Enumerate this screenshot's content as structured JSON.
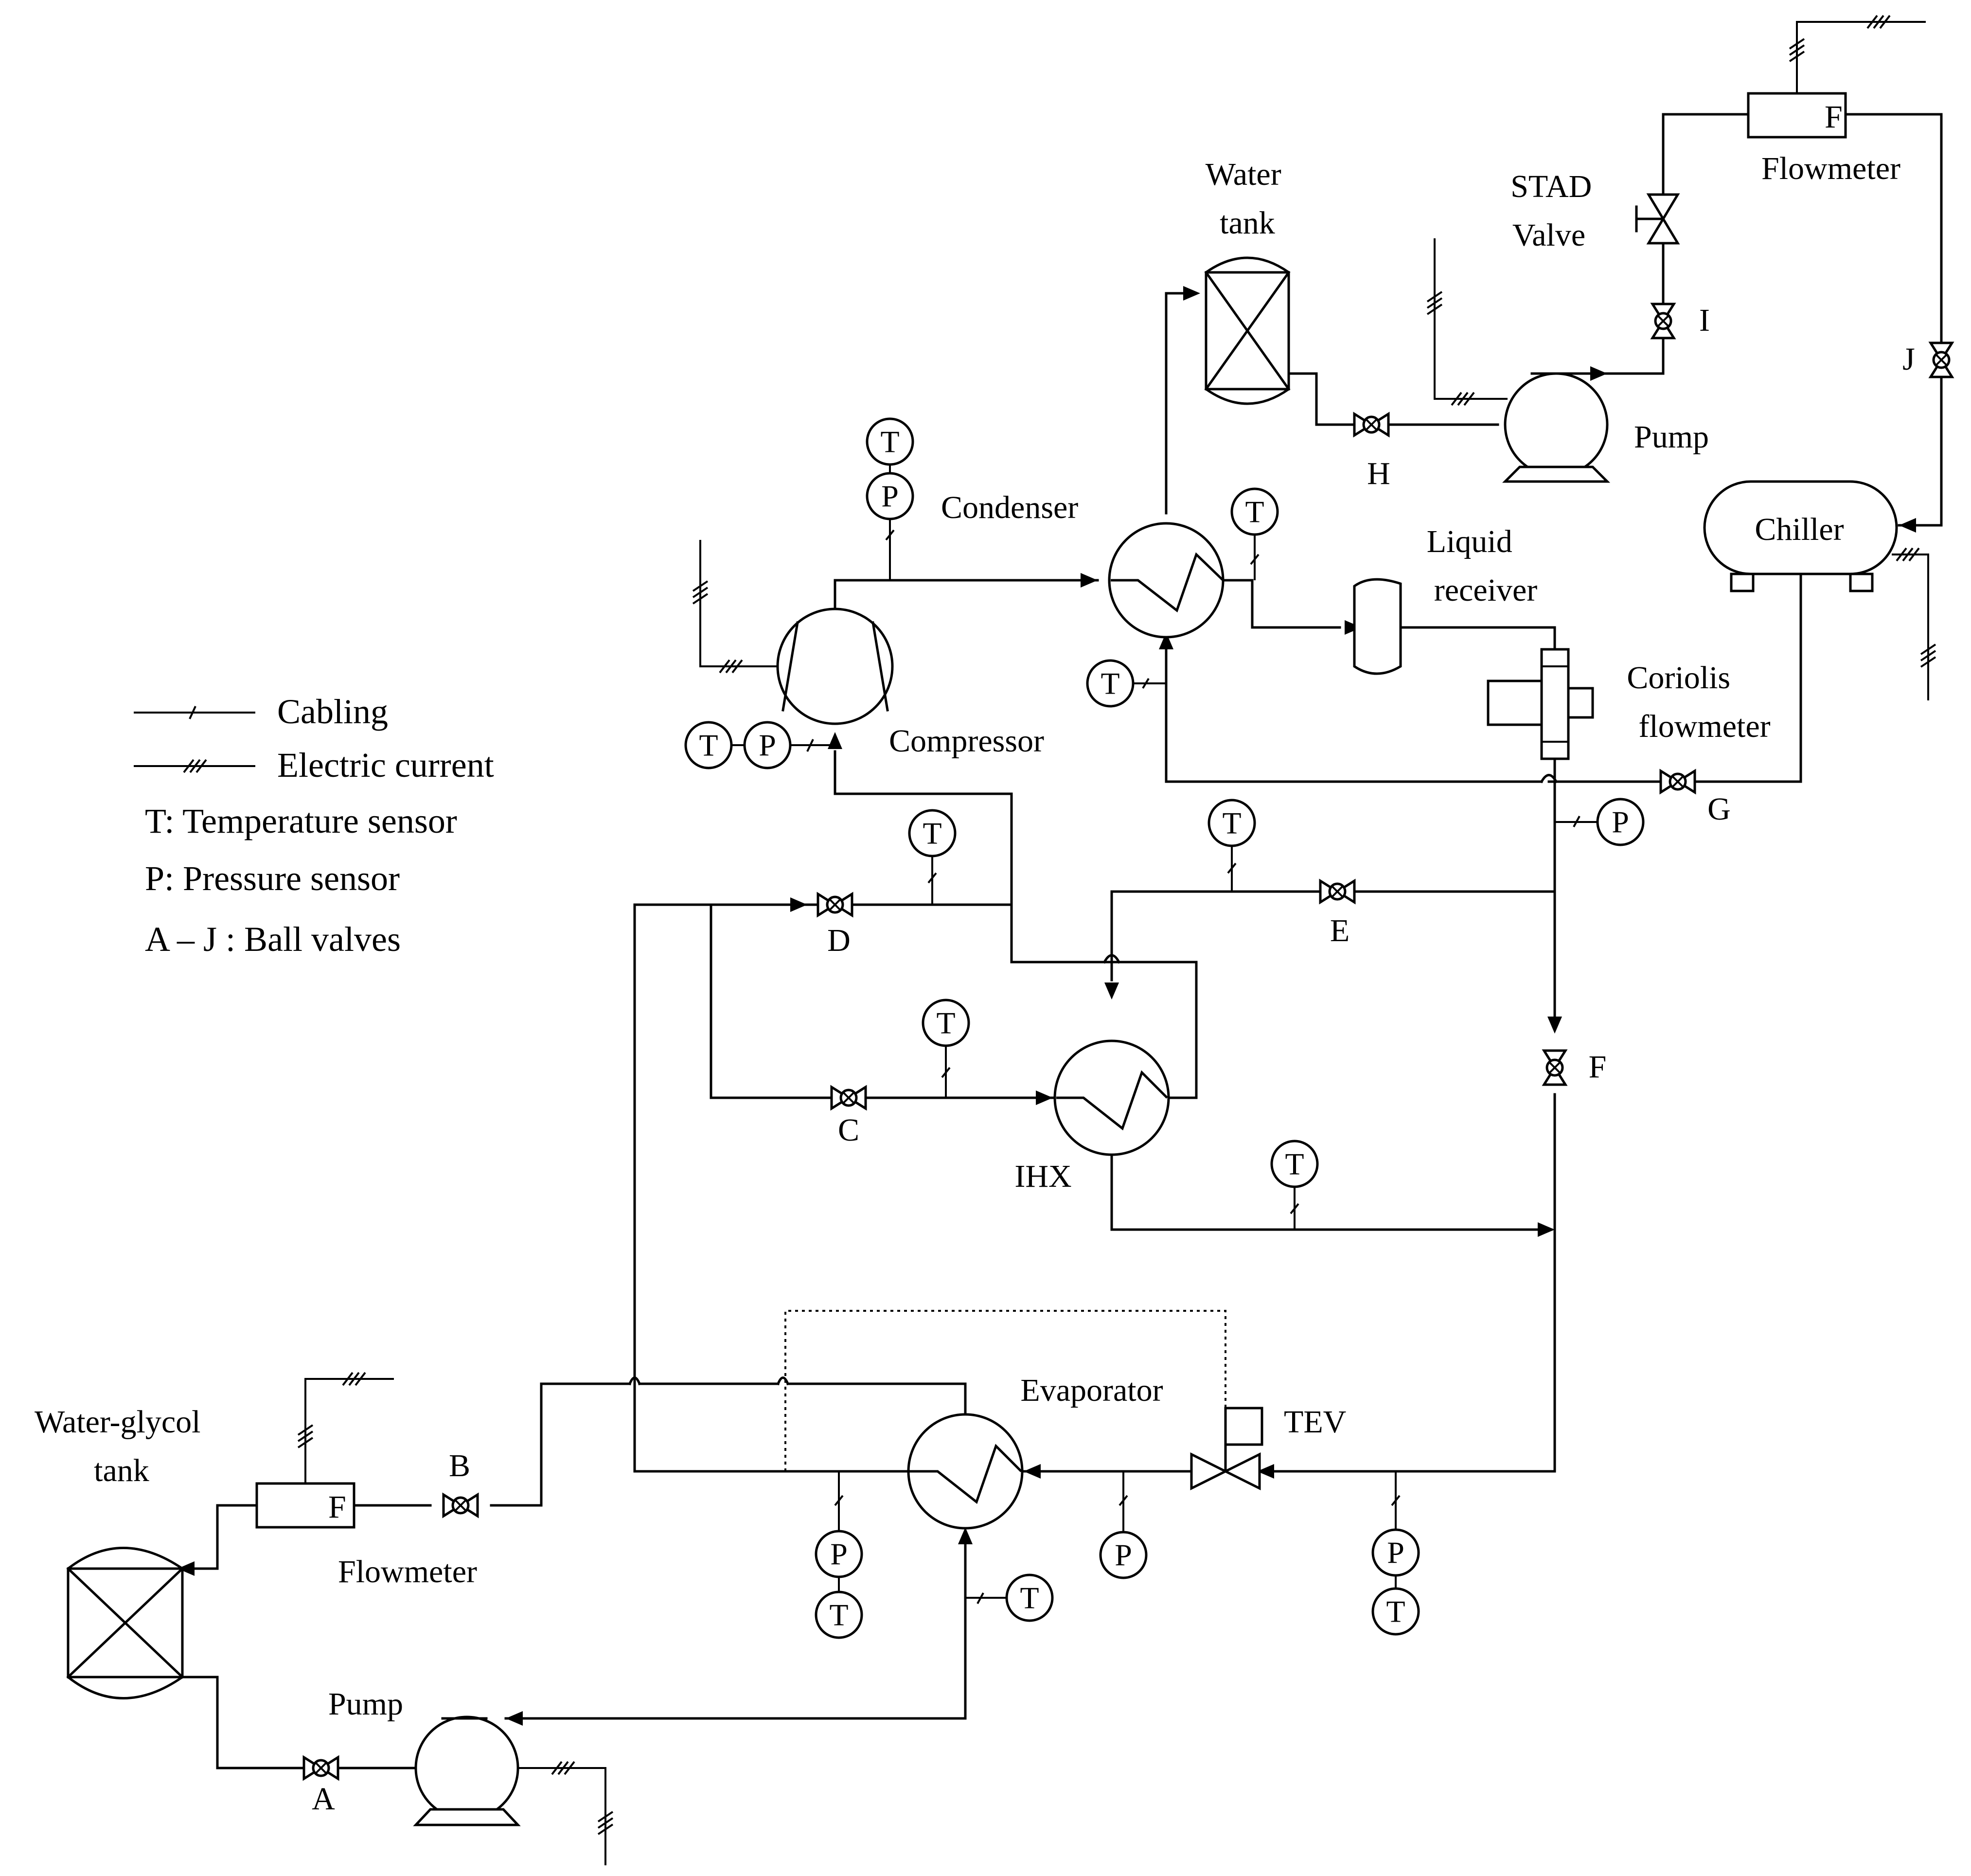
{
  "components": {
    "water_tank": "Water\ntank",
    "water_glycol_tank": "Water-glycol\ntank",
    "condenser": "Condenser",
    "compressor": "Compressor",
    "liquid_receiver": "Liquid\nreceiver",
    "coriolis_flowmeter": "Coriolis\nflowmeter",
    "chiller": "Chiller",
    "pump_top": "Pump",
    "pump_bottom": "Pump",
    "stad_valve": "STAD\nValve",
    "flowmeter_top": "Flowmeter",
    "flowmeter_bottom": "Flowmeter",
    "flowmeter_symbol": "F",
    "ihx": "IHX",
    "evaporator": "Evaporator",
    "tev": "TEV"
  },
  "valves": [
    "A",
    "B",
    "C",
    "D",
    "E",
    "F",
    "G",
    "H",
    "I",
    "J"
  ],
  "sensors": {
    "temperature": "T",
    "pressure": "P"
  },
  "legend": {
    "cabling": "Cabling",
    "electric_current": "Electric current",
    "temperature_sensor": "T: Temperature sensor",
    "pressure_sensor": "P: Pressure sensor",
    "ball_valves": "A – J : Ball valves"
  }
}
